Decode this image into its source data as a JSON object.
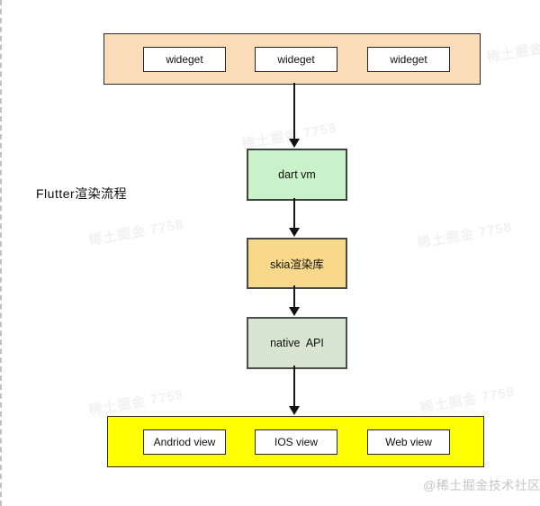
{
  "diagram": {
    "title": "Flutter渲染流程",
    "widget_layer": {
      "fill": "#fadcb8",
      "boxes": [
        "wideget",
        "wideget",
        "wideget"
      ]
    },
    "nodes": [
      {
        "label": "dart vm",
        "fill": "#c9f1ca"
      },
      {
        "label": "skia渲染库",
        "fill": "#f8d88a"
      },
      {
        "label": "native  API",
        "fill": "#d9e5d3"
      }
    ],
    "platform_layer": {
      "fill": "#ffff00",
      "boxes": [
        "Andriod view",
        "IOS view",
        "Web view"
      ]
    }
  },
  "watermarks": {
    "credit": "@稀土掘金技术社区",
    "tile_text": "稀土掘金 7758"
  }
}
